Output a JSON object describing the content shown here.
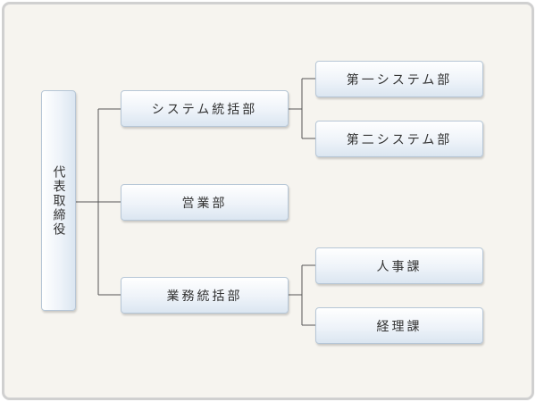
{
  "org_chart": {
    "root": {
      "label": "代表取締役"
    },
    "level1": [
      {
        "label": "システム統括部"
      },
      {
        "label": "営業部"
      },
      {
        "label": "業務統括部"
      }
    ],
    "level2": [
      {
        "label": "第一システム部"
      },
      {
        "label": "第二システム部"
      },
      {
        "label": "人事課"
      },
      {
        "label": "経理課"
      }
    ]
  },
  "colors": {
    "frame_border": "#d0d0d0",
    "frame_background": "#f6f4ef",
    "node_border": "#b6c6d6",
    "node_fill_top": "#ffffff",
    "node_fill_bottom": "#dbe6f1",
    "connector": "#555555",
    "text": "#333333"
  }
}
